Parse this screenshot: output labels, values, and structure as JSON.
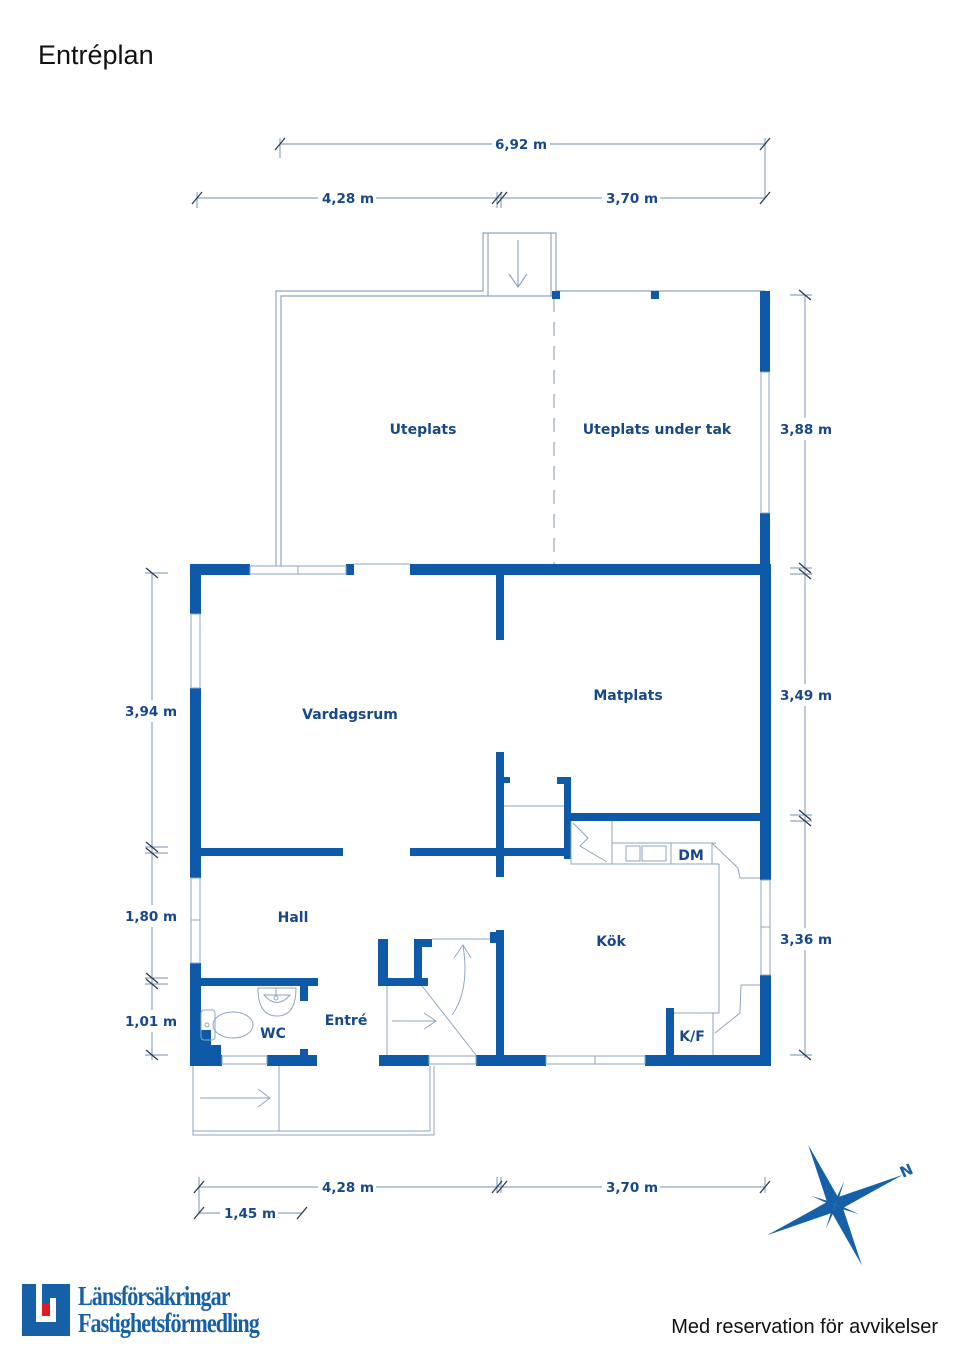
{
  "page": {
    "title": "Entréplan",
    "disclaimer": "Med reservation för avvikelser"
  },
  "colors": {
    "wall": "#0f5aa8",
    "line": "#8fa6c0",
    "text": "#17488a",
    "logo_blue": "#1660a8",
    "logo_red": "#e01b24"
  },
  "rooms": {
    "uteplats": "Uteplats",
    "uteplats_under_tak": "Uteplats under tak",
    "vardagsrum": "Vardagsrum",
    "matplats": "Matplats",
    "hall": "Hall",
    "kok": "Kök",
    "wc": "WC",
    "entre": "Entré",
    "dm": "DM",
    "kf": "K/F"
  },
  "dimensions": {
    "top_total": "6,92 m",
    "top_left": "4,28 m",
    "top_right": "3,70 m",
    "right_top": "3,88 m",
    "right_mid": "3,49 m",
    "right_bottom": "3,36 m",
    "left_top": "3,94 m",
    "left_mid": "1,80 m",
    "left_bottom": "1,01 m",
    "bottom_left": "4,28 m",
    "bottom_right": "3,70 m",
    "bottom_small": "1,45 m"
  },
  "compass": {
    "north_label": "N"
  },
  "logo": {
    "line1": "Länsförsäkringar",
    "line2": "Fastighetsförmedling"
  }
}
